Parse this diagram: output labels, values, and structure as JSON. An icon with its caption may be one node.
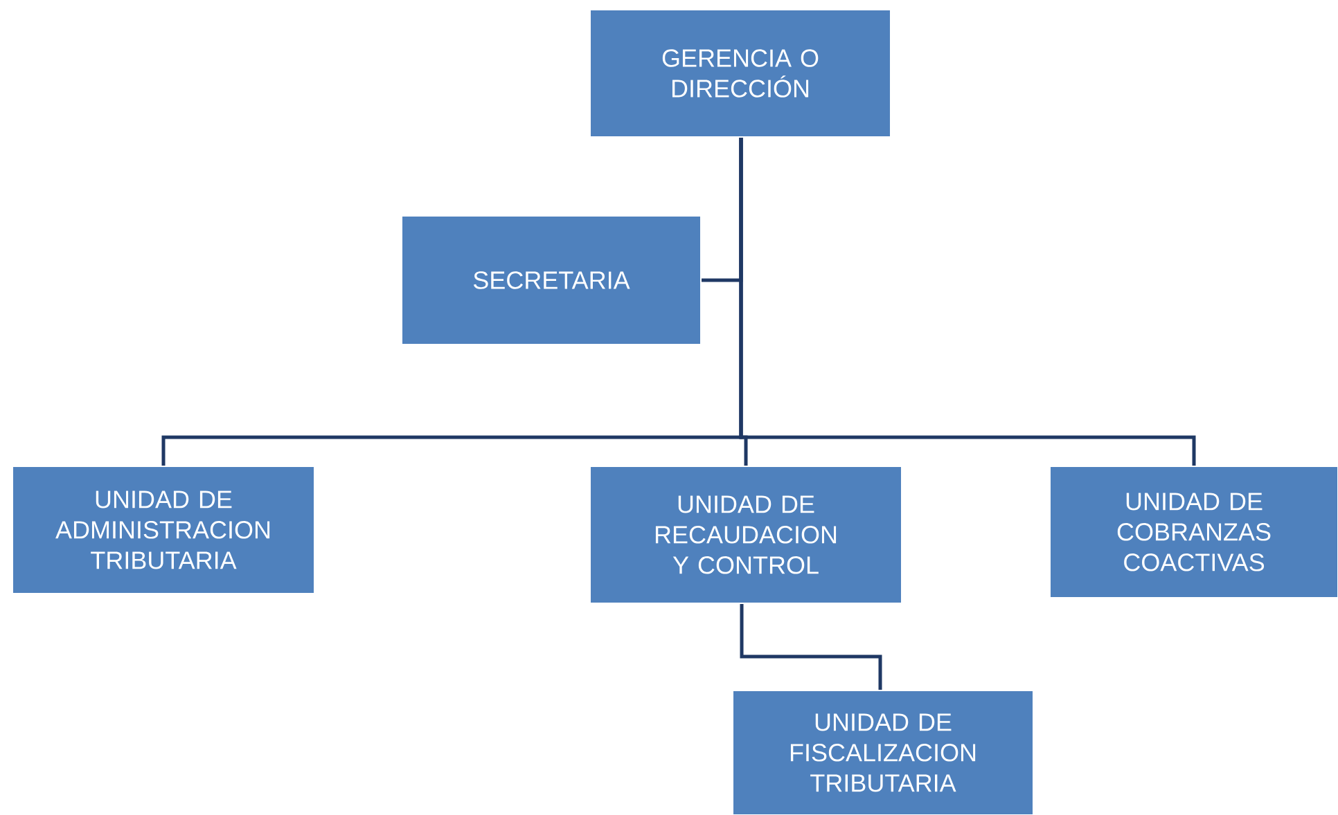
{
  "diagram": {
    "nodes": [
      {
        "text": [
          "GERENCIA O DIRECCIÓN"
        ]
      },
      {
        "text": [
          "SECRETARIA"
        ]
      },
      {
        "text": [
          "UNIDAD DE ADMINISTRACION TRIBUTARIA"
        ]
      },
      {
        "text": [
          "UNIDAD DE RECAUDACION Y CONTROL"
        ]
      },
      {
        "text": [
          "UNIDAD DE COBRANZAS COACTIVAS"
        ]
      },
      {
        "text": [
          "UNIDAD DE FISCALIZACION TRIBUTARIA"
        ]
      }
    ],
    "edges": [
      {
        "from": 0,
        "to": 1,
        "arrow": "none"
      },
      {
        "from": 0,
        "to": 2,
        "arrow": "none"
      },
      {
        "from": 0,
        "to": 3,
        "arrow": "none"
      },
      {
        "from": 0,
        "to": 4,
        "arrow": "none"
      },
      {
        "from": 3,
        "to": 5,
        "arrow": "none"
      }
    ]
  }
}
